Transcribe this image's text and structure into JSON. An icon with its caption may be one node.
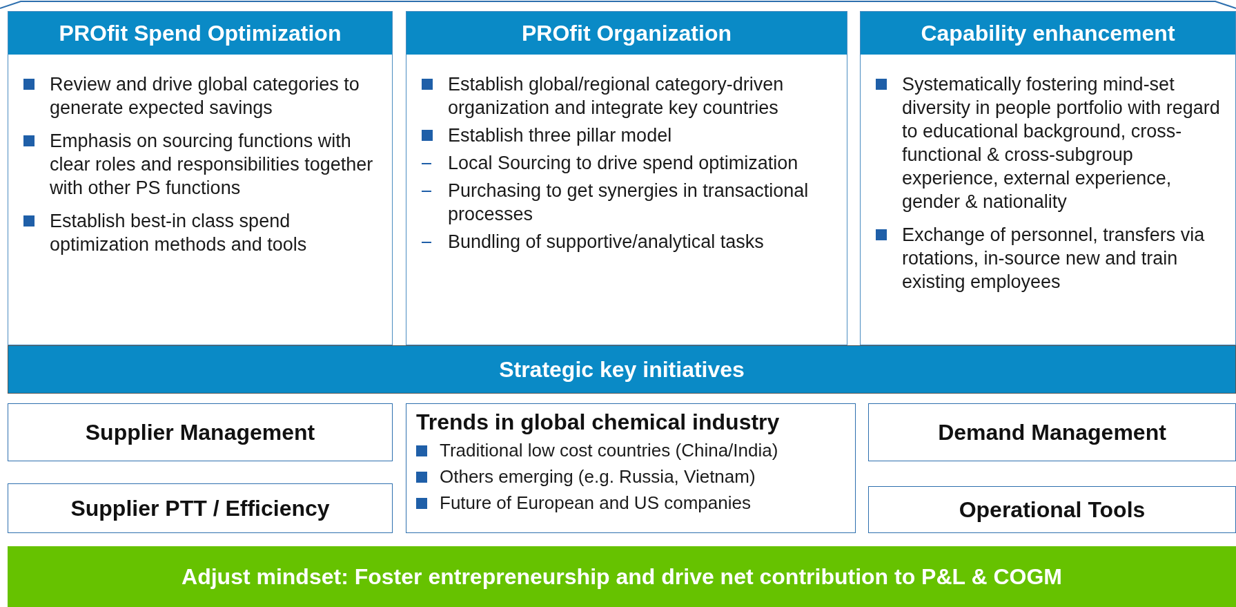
{
  "diagram": {
    "nodes": [
      {
        "text": [
          "PROfit Spend Optimization",
          "Review and drive global categories to generate expected savings",
          "Emphasis on sourcing functions with clear roles and responsibilities together with other PS functions",
          "Establish best-in class spend optimization methods and tools"
        ]
      },
      {
        "text": [
          "PROfit Organization",
          "Establish global/regional category-driven organization and integrate key countries",
          "Establish three pillar model",
          "Local Sourcing to drive spend optimization",
          "Purchasing to get synergies in transactional processes",
          "Bundling of supportive/analytical tasks"
        ]
      },
      {
        "text": [
          "Capability enhancement",
          "Systematically fostering mind-set diversity in people portfolio with regard to educational background, cross-functional & cross-subgroup experience, external experience, gender & nationality",
          "Exchange of personnel, transfers via rotations, in-source new and train existing employees"
        ]
      },
      {
        "text": [
          "Strategic key initiatives"
        ]
      },
      {
        "text": [
          "Supplier Management"
        ]
      },
      {
        "text": [
          "Supplier PTT / Efficiency"
        ]
      },
      {
        "text": [
          "Trends in global chemical industry",
          "Traditional low cost countries (China/India)",
          "Others emerging (e.g. Russia, Vietnam)",
          "Future of European and US companies"
        ]
      },
      {
        "text": [
          "Demand Management"
        ]
      },
      {
        "text": [
          "Operational Tools"
        ]
      },
      {
        "text": [
          "Adjust mindset: Foster entrepreneurship and drive net contribution to P&L & COGM"
        ]
      }
    ]
  }
}
